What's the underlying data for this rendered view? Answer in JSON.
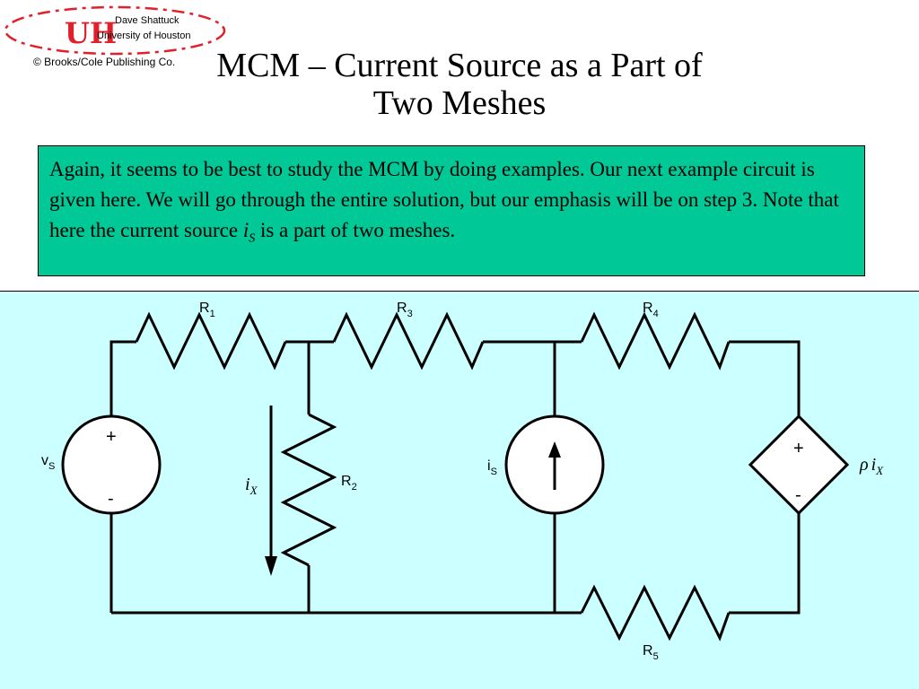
{
  "header": {
    "author": "Dave Shattuck",
    "university": "University of Houston",
    "copyright": "© Brooks/Cole Publishing Co.",
    "logo_text": "UH",
    "logo_color": "#e0202a"
  },
  "title_line1": "MCM – Current Source as a Part of",
  "title_line2": "Two Meshes",
  "text_box": {
    "part1": "Again, it seems to be best to study the MCM by doing examples. Our next example circuit is given here.  We will go through the entire solution, but our emphasis will be on step 3.  Note that here the current source ",
    "symbol": "i",
    "symbol_sub": "S",
    "part2": " is a part of two meshes.",
    "bg_color": "#00c896"
  },
  "diagram_bg": "#ccffff",
  "circuit": {
    "r1": {
      "letter": "R",
      "sub": "1"
    },
    "r2": {
      "letter": "R",
      "sub": "2"
    },
    "r3": {
      "letter": "R",
      "sub": "3"
    },
    "r4": {
      "letter": "R",
      "sub": "4"
    },
    "r5": {
      "letter": "R",
      "sub": "5"
    },
    "vs": {
      "letter": "v",
      "sub": "S"
    },
    "is": {
      "letter": "i",
      "sub": "S"
    },
    "ix": {
      "letter": "i",
      "sub": "X"
    },
    "dep": {
      "rho": "ρ",
      "letter": "i",
      "sub": "X"
    },
    "plus": "+",
    "minus": "-"
  }
}
